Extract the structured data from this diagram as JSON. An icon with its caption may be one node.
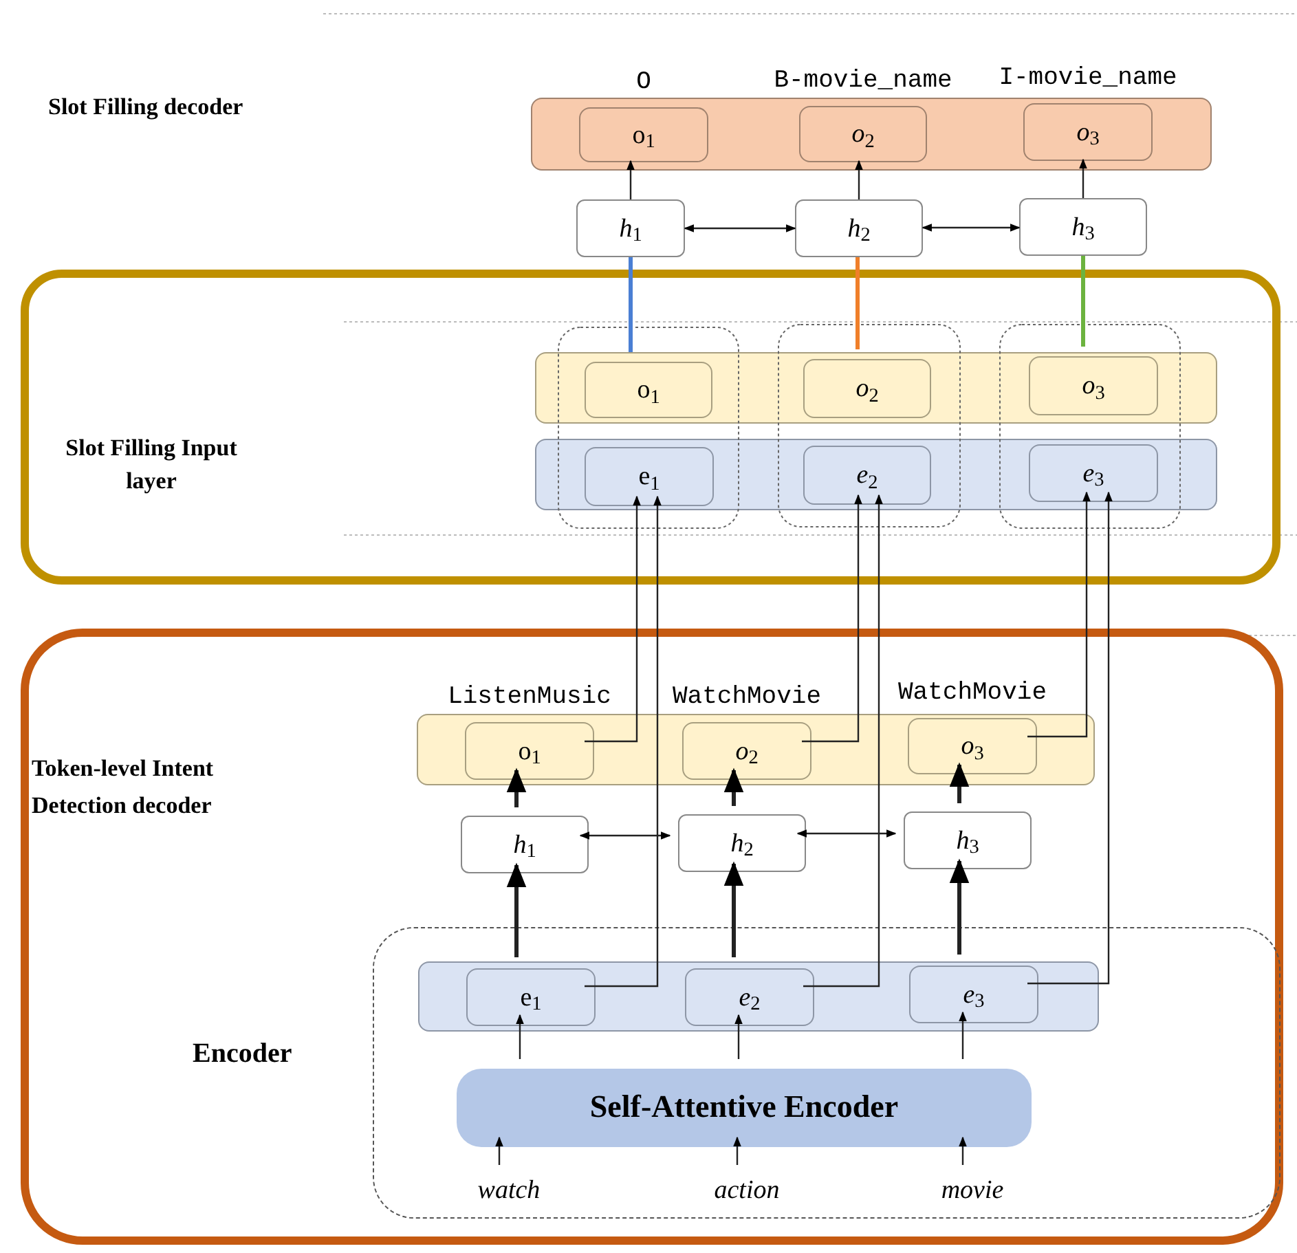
{
  "diagram": {
    "nodes": [
      {
        "text": [],
        "shape": "box"
      },
      {
        "text": [
          "o$_{1}$"
        ],
        "in": 0,
        "beside": [
          "O"
        ]
      },
      {
        "text": [
          "*o*$_{2}$"
        ],
        "in": 0,
        "beside": [
          "B-movie_name"
        ]
      },
      {
        "text": [
          "*o*$_{3}$"
        ],
        "in": 0,
        "beside": [
          "I-movie_name"
        ]
      },
      {
        "text": [
          "*h*$_{1}$"
        ]
      },
      {
        "text": [
          "*h*$_{2}$"
        ]
      },
      {
        "text": [
          "*h*$_{3}$"
        ]
      },
      {
        "text": [
          "Slot Filling Input layer"
        ]
      },
      {
        "text": [],
        "shape": "box",
        "in": 7
      },
      {
        "text": [
          "o$_{1}$"
        ],
        "in": 8
      },
      {
        "text": [
          "*o*$_{2}$"
        ],
        "in": 8
      },
      {
        "text": [
          "*o*$_{3}$"
        ],
        "in": 8
      },
      {
        "text": [],
        "shape": "box",
        "in": 7
      },
      {
        "text": [
          "e$_{1}$"
        ],
        "in": 12
      },
      {
        "text": [
          "*e*$_{2}$"
        ],
        "in": 12
      },
      {
        "text": [
          "*e*$_{3}$"
        ],
        "in": 12
      },
      {
        "text": [
          "Token-level Intent Detection decoder"
        ]
      },
      {
        "text": [],
        "shape": "box",
        "in": 16
      },
      {
        "text": [
          "o$_{1}$"
        ],
        "in": 17,
        "beside": [
          "ListenMusic"
        ]
      },
      {
        "text": [
          "*o*$_{2}$"
        ],
        "in": 17,
        "beside": [
          "WatchMovie"
        ]
      },
      {
        "text": [
          "*o*$_{3}$"
        ],
        "in": 17,
        "beside": [
          "WatchMovie"
        ]
      },
      {
        "text": [
          "*h*$_{1}$"
        ],
        "in": 16
      },
      {
        "text": [
          "*h*$_{2}$"
        ],
        "in": 16
      },
      {
        "text": [
          "*h*$_{3}$"
        ],
        "in": 16
      },
      {
        "text": [
          "Encoder"
        ],
        "in": 16
      },
      {
        "text": [],
        "shape": "box",
        "in": 24
      },
      {
        "text": [
          "e$_{1}$"
        ],
        "in": 25
      },
      {
        "text": [
          "*e*$_{2}$"
        ],
        "in": 25
      },
      {
        "text": [
          "*e*$_{3}$"
        ],
        "in": 25
      },
      {
        "text": [
          "Self-Attentive Encoder"
        ],
        "in": 24
      },
      {
        "text": [
          "watch"
        ],
        "in": 24
      },
      {
        "text": [
          "action"
        ],
        "in": 24
      },
      {
        "text": [
          "movie"
        ],
        "in": 24
      }
    ],
    "edges": [
      {
        "from": 4,
        "to": 1,
        "arrow": "to"
      },
      {
        "from": 5,
        "to": 2,
        "arrow": "to"
      },
      {
        "from": 6,
        "to": 3,
        "arrow": "to"
      },
      {
        "from": 4,
        "to": 5,
        "arrow": "both"
      },
      {
        "from": 5,
        "to": 6,
        "arrow": "both"
      },
      {
        "from": 9,
        "to": 4,
        "arrow": "none",
        "style": "thick",
        "color": "#4a7fd4"
      },
      {
        "from": 10,
        "to": 5,
        "arrow": "none",
        "style": "thick",
        "color": "#f07f2a"
      },
      {
        "from": 11,
        "to": 6,
        "arrow": "none",
        "style": "thick",
        "color": "#6cb33f"
      },
      {
        "from": 18,
        "to": 13,
        "arrow": "to"
      },
      {
        "from": 26,
        "to": 13,
        "arrow": "to"
      },
      {
        "from": 19,
        "to": 14,
        "arrow": "to"
      },
      {
        "from": 27,
        "to": 14,
        "arrow": "to"
      },
      {
        "from": 20,
        "to": 15,
        "arrow": "to"
      },
      {
        "from": 28,
        "to": 15,
        "arrow": "to"
      },
      {
        "from": 21,
        "to": 18,
        "arrow": "to",
        "style": "thick"
      },
      {
        "from": 22,
        "to": 19,
        "arrow": "to",
        "style": "thick"
      },
      {
        "from": 23,
        "to": 20,
        "arrow": "to",
        "style": "thick"
      },
      {
        "from": 21,
        "to": 22,
        "arrow": "both"
      },
      {
        "from": 22,
        "to": 23,
        "arrow": "both"
      },
      {
        "from": 26,
        "to": 21,
        "arrow": "to",
        "style": "thick"
      },
      {
        "from": 27,
        "to": 22,
        "arrow": "to",
        "style": "thick"
      },
      {
        "from": 28,
        "to": 23,
        "arrow": "to",
        "style": "thick"
      },
      {
        "from": 29,
        "to": 26,
        "arrow": "to"
      },
      {
        "from": 29,
        "to": 27,
        "arrow": "to"
      },
      {
        "from": 29,
        "to": 28,
        "arrow": "to"
      },
      {
        "from": 30,
        "to": 29,
        "arrow": "to"
      },
      {
        "from": 31,
        "to": 29,
        "arrow": "to"
      },
      {
        "from": 32,
        "to": 29,
        "arrow": "to"
      }
    ],
    "labels": [
      "Slot Filling decoder"
    ]
  }
}
